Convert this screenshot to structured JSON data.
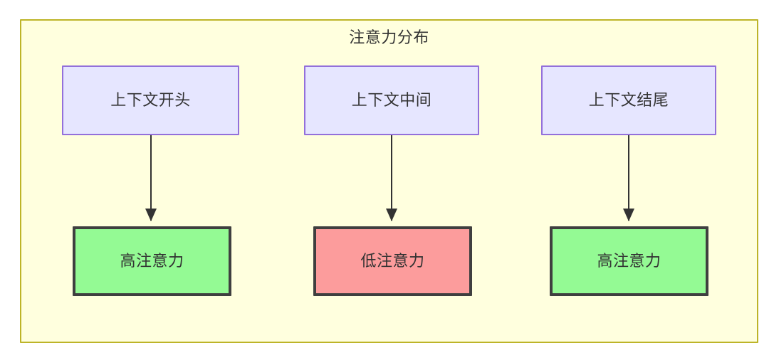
{
  "diagram": {
    "title": "注意力分布",
    "type": "flowchart",
    "container": {
      "fill": "#ffffde",
      "stroke": "#bdb428"
    },
    "columns": [
      {
        "source": {
          "label": "上下文开头",
          "fill": "#e6e6ff",
          "stroke": "#9370db"
        },
        "target": {
          "label": "高注意力",
          "fill": "#94fa94",
          "stroke": "#3f3f3f"
        },
        "connector": "arrow-down"
      },
      {
        "source": {
          "label": "上下文中间",
          "fill": "#e6e6ff",
          "stroke": "#9370db"
        },
        "target": {
          "label": "低注意力",
          "fill": "#fc9c9c",
          "stroke": "#3f3f3f"
        },
        "connector": "arrow-down"
      },
      {
        "source": {
          "label": "上下文结尾",
          "fill": "#e6e6ff",
          "stroke": "#9370db"
        },
        "target": {
          "label": "高注意力",
          "fill": "#94fa94",
          "stroke": "#3f3f3f"
        },
        "connector": "arrow-down"
      }
    ]
  }
}
